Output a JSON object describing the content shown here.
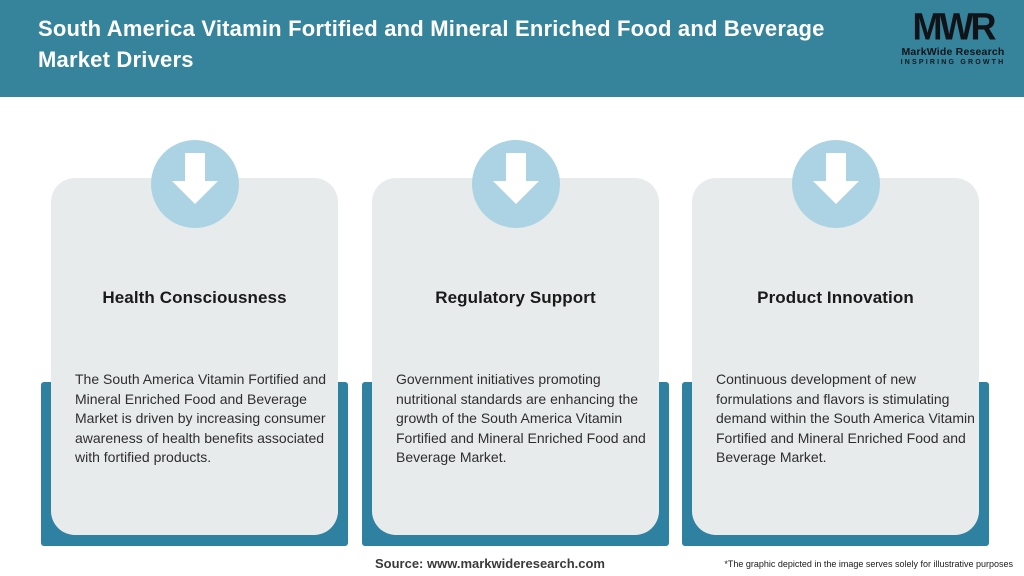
{
  "header": {
    "title": "South America Vitamin Fortified and Mineral Enriched Food and Beverage Market Drivers",
    "logo": {
      "mark": "MWR",
      "name": "MarkWide Research",
      "tagline": "INSPIRING GROWTH"
    }
  },
  "chart_data": {
    "type": "table",
    "title": "South America Vitamin Fortified and Mineral Enriched Food and Beverage Market Drivers",
    "categories": [
      "Health Consciousness",
      "Regulatory Support",
      "Product Innovation"
    ],
    "descriptions": [
      "The South America Vitamin Fortified and Mineral Enriched Food and Beverage Market is driven by increasing consumer awareness of health benefits associated with fortified products.",
      "Government initiatives promoting nutritional standards are enhancing the growth of the South America Vitamin Fortified and Mineral Enriched Food and Beverage Market.",
      "Continuous development of new formulations and flavors is stimulating demand within the South America Vitamin Fortified and Mineral Enriched Food and Beverage Market."
    ]
  },
  "cards": [
    {
      "title": "Health Consciousness",
      "description": "The South America Vitamin Fortified and Mineral Enriched Food and Beverage Market is driven by increasing consumer awareness of health benefits associated with fortified products."
    },
    {
      "title": "Regulatory Support",
      "description": "Government initiatives promoting nutritional standards are enhancing the growth of the South America Vitamin Fortified and Mineral Enriched Food and Beverage Market."
    },
    {
      "title": "Product Innovation",
      "description": "Continuous development of new formulations and flavors is stimulating demand within the South America Vitamin Fortified and Mineral Enriched Food and Beverage Market."
    }
  ],
  "footer": {
    "source": "Source: www.markwideresearch.com",
    "disclaimer": "*The graphic depicted in the image serves solely for illustrative purposes"
  },
  "colors": {
    "header_teal": "#36839C",
    "bar_teal": "#2E81A0",
    "circle_blue": "#ABD3E3",
    "card_gray": "#E8EBEC"
  }
}
